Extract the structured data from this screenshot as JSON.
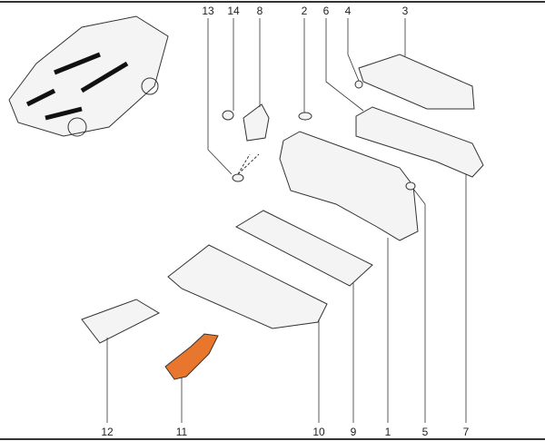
{
  "diagram": {
    "callouts_top": [
      "13",
      "14",
      "8",
      "2",
      "6",
      "4",
      "3"
    ],
    "callouts_bottom": [
      "12",
      "11",
      "10",
      "9",
      "1",
      "5",
      "7"
    ],
    "highlight_color": "#e8762c",
    "highlighted_part": "11"
  }
}
